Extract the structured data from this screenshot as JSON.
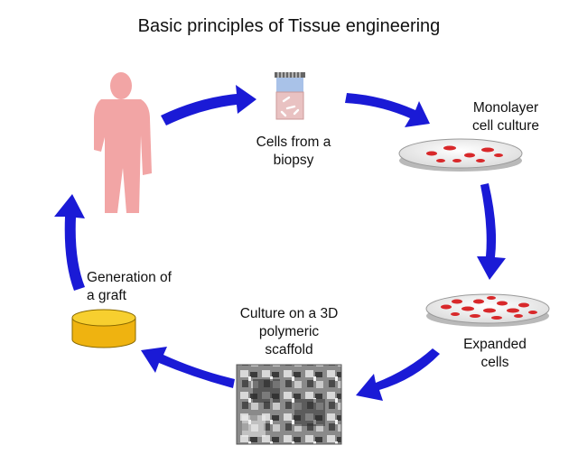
{
  "title": "Basic principles of Tissue engineering",
  "steps": [
    {
      "line1": "Cells from a",
      "line2": "biopsy"
    },
    {
      "line1": "Monolayer",
      "line2": "cell culture"
    },
    {
      "line1": "Expanded",
      "line2": "cells"
    },
    {
      "line1": "Culture on a 3D",
      "line2": "polymeric",
      "line3": "scaffold"
    },
    {
      "line1": "Generation of",
      "line2": "a graft"
    }
  ],
  "colors": {
    "arrow": "#1a1ad6",
    "person": "#f2a5a5",
    "cell": "#d8282a",
    "graft_top": "#f7cf2f",
    "graft_side": "#efb310",
    "tube_body": "#e9c2c2",
    "tube_cap": "#a9c2e8"
  },
  "icons": [
    "human-figure-icon",
    "biopsy-tube-icon",
    "petri-dish-icon",
    "scaffold-micrograph-icon",
    "graft-disc-icon"
  ]
}
